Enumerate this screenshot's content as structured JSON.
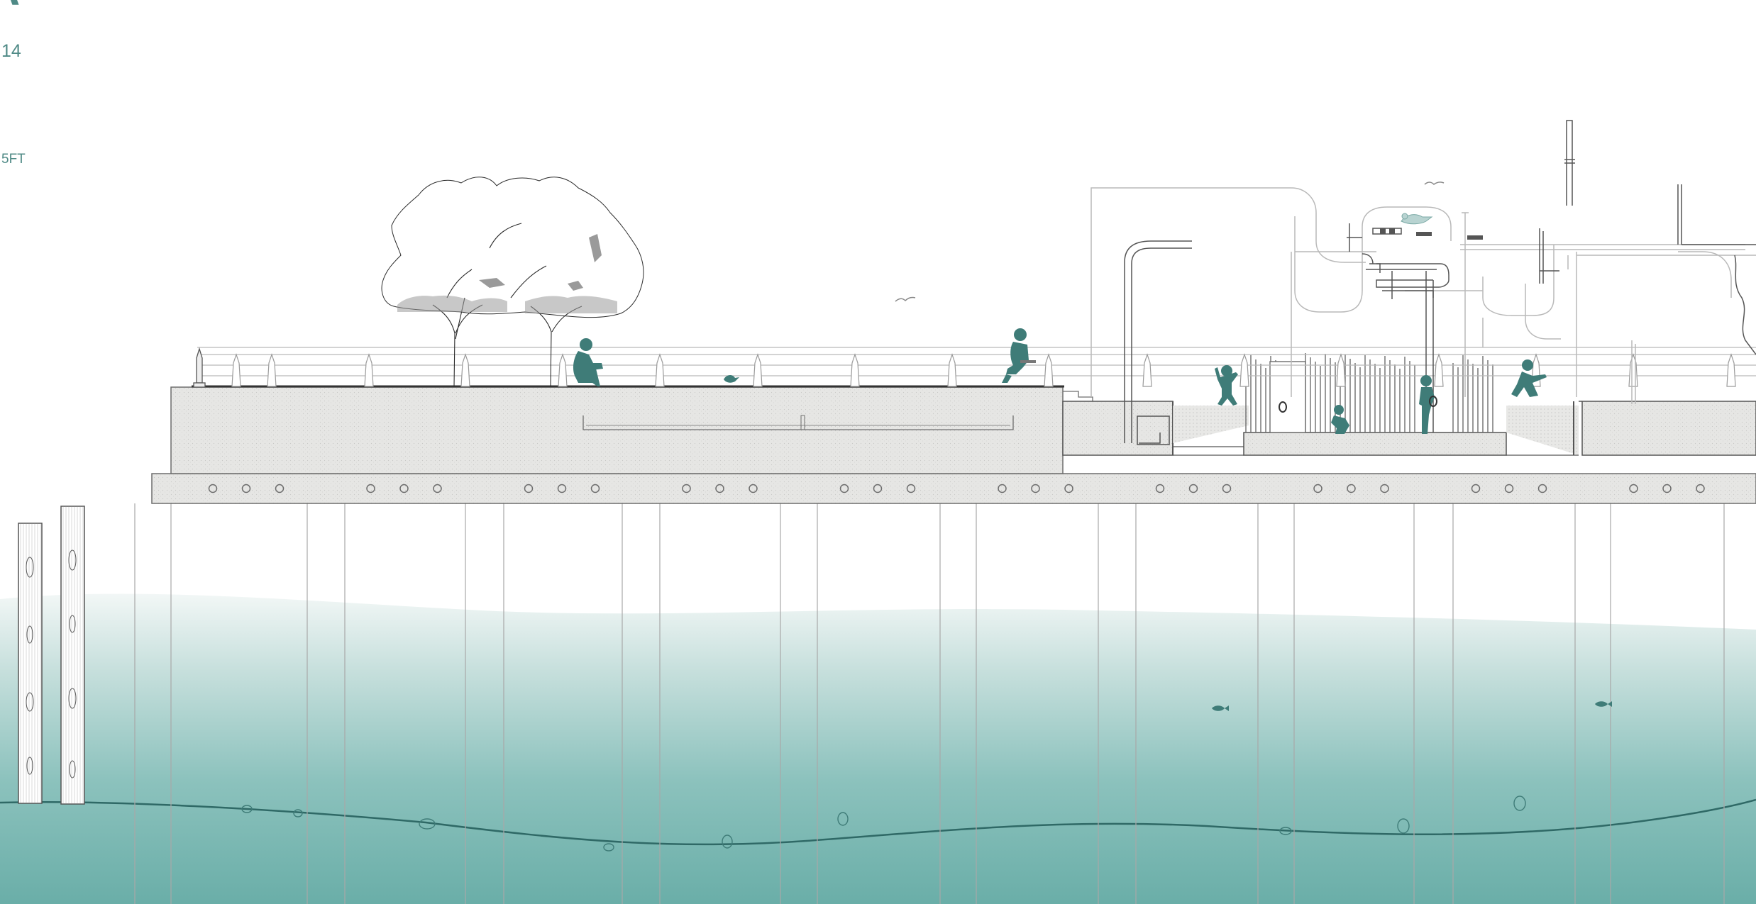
{
  "labels": {
    "corner_glyph": "A",
    "number": "14",
    "scale": "5FT"
  },
  "colors": {
    "accent": "#4f8a86",
    "figure": "#3f7c78",
    "water_top": "#eaf2f1",
    "water_bottom": "#6aaea8",
    "concrete": "#e5e5e3",
    "line": "#6d6d6d",
    "light_line": "#b9b9b9"
  },
  "icons": [
    "tree-icon",
    "person-sitting-icon",
    "person-reading-icon",
    "child-jumping-icon",
    "child-standing-icon",
    "child-crouching-icon",
    "seagull-icon",
    "bird-icon",
    "fish-icon",
    "lamp-post-icon"
  ]
}
